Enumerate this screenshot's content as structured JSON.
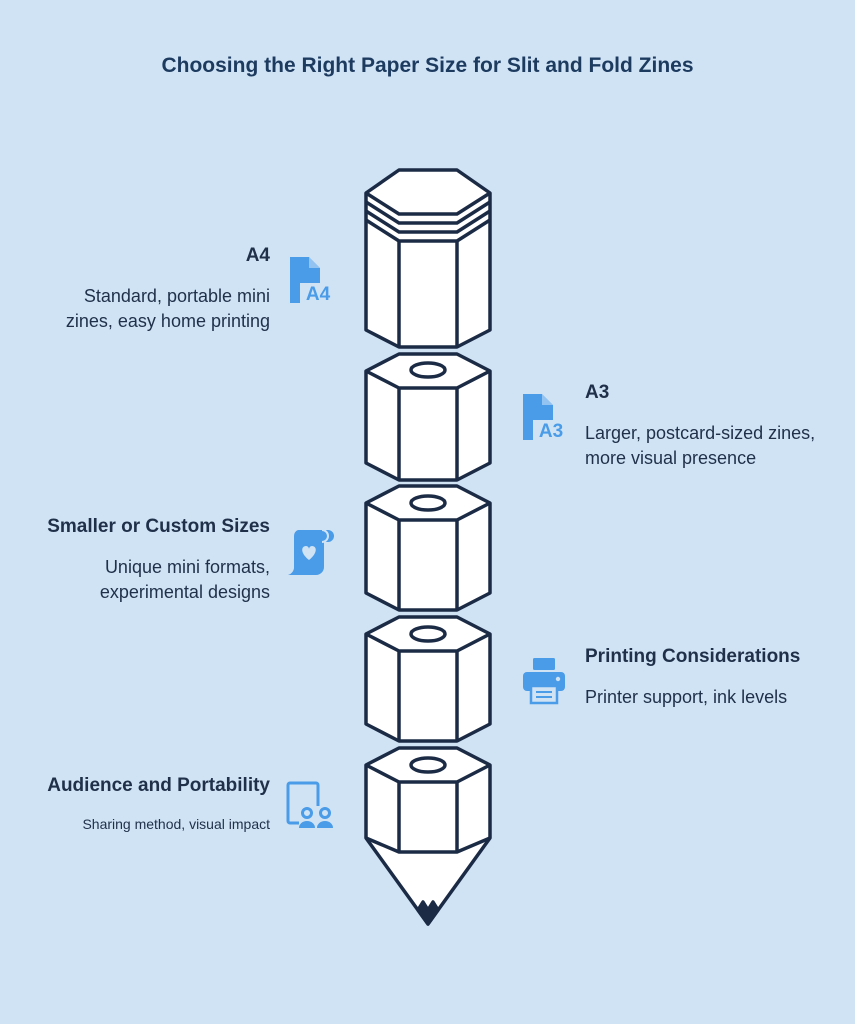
{
  "title": "Choosing the Right Paper Size for Slit and Fold Zines",
  "items": [
    {
      "id": "a4",
      "heading": "A4",
      "description": "Standard, portable mini zines, easy home printing",
      "icon": "a4-document-icon",
      "icon_text": "A4"
    },
    {
      "id": "a3",
      "heading": "A3",
      "description": "Larger, postcard-sized zines, more visual presence",
      "icon": "a3-document-icon",
      "icon_text": "A3"
    },
    {
      "id": "custom",
      "heading": "Smaller or Custom Sizes",
      "description": "Unique mini formats, experimental designs",
      "icon": "scroll-heart-icon"
    },
    {
      "id": "printing",
      "heading": "Printing Considerations",
      "description": "Printer support, ink levels",
      "icon": "printer-icon"
    },
    {
      "id": "audience",
      "heading": "Audience and Portability",
      "description": "Sharing method, visual impact",
      "icon": "audience-icon"
    }
  ],
  "colors": {
    "background": "#cfe3f5",
    "title": "#1d3a5f",
    "text": "#1f3048",
    "icon": "#4a9be8",
    "pencil_stroke": "#1c2b45",
    "pencil_fill": "#ffffff"
  }
}
